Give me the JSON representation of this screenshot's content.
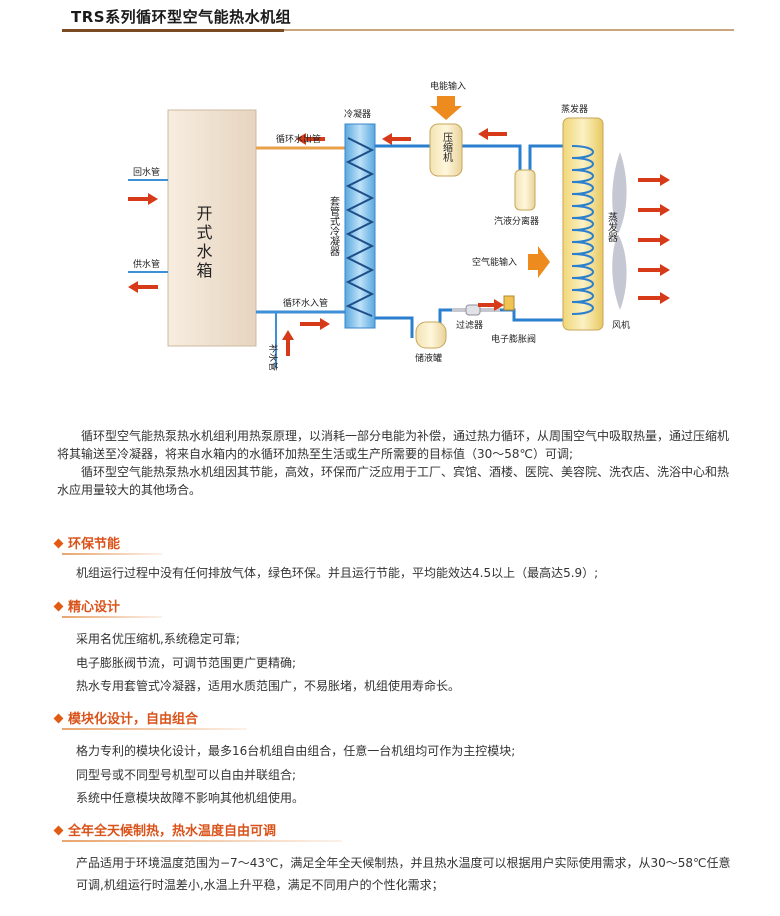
{
  "page": {
    "title": "TRS系列循环型空气能热水机组",
    "accent_color": "#d9531a",
    "rule_color": "#c8a77e"
  },
  "diagram": {
    "tank_label": "开式水箱",
    "return_pipe": "回水管",
    "supply_pipe": "供水管",
    "circ_out": "循环水出管",
    "circ_in": "循环水入管",
    "makeup_pipe": "补水管",
    "condenser_title": "冷凝器",
    "condenser_body": "套管式冷凝器",
    "power_input": "电能输入",
    "compressor": "压缩机",
    "gas_liquid_separator": "汽液分离器",
    "air_energy_input": "空气能输入",
    "evaporator_title": "蒸发器",
    "evaporator_body": "蒸发器",
    "fan": "风机",
    "filter": "过滤器",
    "expansion_valve": "电子膨胀阀",
    "receiver": "储液罐"
  },
  "intro": {
    "p1": "循环型空气能热泵热水机组利用热泵原理，以消耗一部分电能为补偿，通过热力循环，从周围空气中吸取热量，通过压缩机将其输送至冷凝器，将来自水箱内的水循环加热至生活或生产所需要的目标值（30～58℃）可调;",
    "p2": "循环型空气能热泵热水机组因其节能，高效，环保而广泛应用于工厂、宾馆、酒楼、医院、美容院、洗衣店、洗浴中心和热水应用量较大的其他场合。"
  },
  "sections": [
    {
      "title": "环保节能",
      "lines": [
        "机组运行过程中没有任何排放气体，绿色环保。并且运行节能，平均能效达4.5以上（最高达5.9）;"
      ]
    },
    {
      "title": "精心设计",
      "lines": [
        "采用名优压缩机,系统稳定可靠;",
        "电子膨胀阀节流，可调节范围更广更精确;",
        "热水专用套管式冷凝器，适用水质范围广，不易胀堵，机组使用寿命长。"
      ]
    },
    {
      "title": "模块化设计，自由组合",
      "lines": [
        "格力专利的模块化设计，最多16台机组自由组合，任意一台机组均可作为主控模块;",
        "同型号或不同型号机型可以自由并联组合;",
        "系统中任意模块故障不影响其他机组使用。"
      ]
    },
    {
      "title": "全年全天候制热，热水温度自由可调",
      "lines": [
        "产品适用于环境温度范围为−7～43℃，满足全年全天候制热，并且热水温度可以根据用户实际使用需求，从30～58℃任意可调,机组运行时温差小,水温上升平稳，满足不同用户的个性化需求；"
      ]
    }
  ]
}
